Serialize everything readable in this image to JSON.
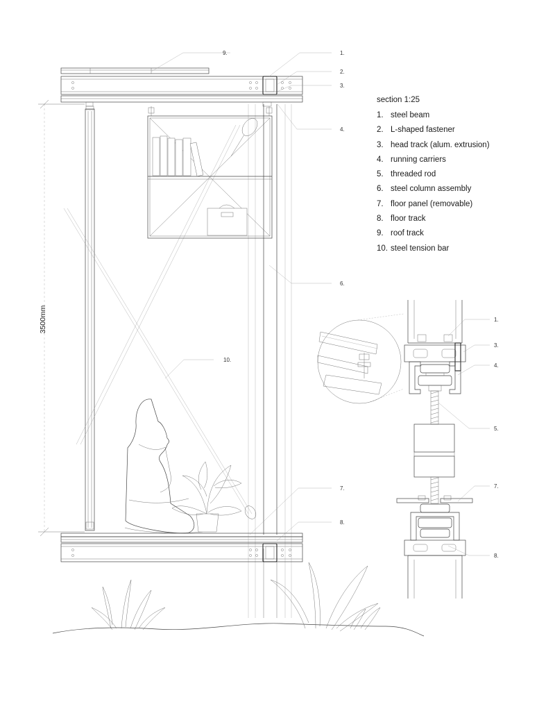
{
  "legend": {
    "title": "section 1:25",
    "items": [
      {
        "num": "1.",
        "label": "steel beam"
      },
      {
        "num": "2.",
        "label": "L-shaped fastener"
      },
      {
        "num": "3.",
        "label": "head track (alum. extrusion)"
      },
      {
        "num": "4.",
        "label": "running carriers"
      },
      {
        "num": "5.",
        "label": "threaded rod"
      },
      {
        "num": "6.",
        "label": "steel column assembly"
      },
      {
        "num": "7.",
        "label": "floor panel (removable)"
      },
      {
        "num": "8.",
        "label": "floor track"
      },
      {
        "num": "9.",
        "label": "roof track"
      },
      {
        "num": "10.",
        "label": "steel tension bar"
      }
    ]
  },
  "dimension": {
    "height": "3500mm"
  },
  "section_callouts": {
    "c9": "9.",
    "c1": "1.",
    "c2": "2.",
    "c3": "3.",
    "c4": "4.",
    "c6": "6.",
    "c10": "10.",
    "c7": "7.",
    "c8": "8."
  },
  "detail_callouts": {
    "d1": "1.",
    "d3": "3.",
    "d4": "4.",
    "d5": "5.",
    "d7": "7.",
    "d8": "8."
  }
}
